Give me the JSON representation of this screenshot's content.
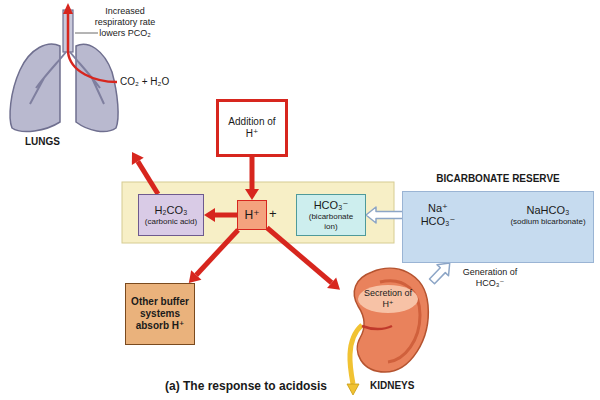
{
  "diagram": {
    "caption": "(a) The response to acidosis",
    "nodes": [
      {
        "text": [
          "Increased respiratory rate lowers PCO₂",
          "CO₂ + H₂O",
          "LUNGS"
        ]
      },
      {
        "text": [
          "Addition of H⁺"
        ]
      },
      {
        "text": [
          "H₂CO₃",
          "(carbonic acid)"
        ]
      },
      {
        "text": [
          "H⁺"
        ]
      },
      {
        "text": [
          "HCO₃⁻",
          "(bicarbonate ion)"
        ]
      },
      {
        "text": [
          "BICARBONATE RESERVE"
        ]
      },
      {
        "text": [
          "Na⁺ HCO₃⁻"
        ],
        "in": 5
      },
      {
        "text": [
          "NaHCO₃",
          "(sodium bicarbonate)"
        ],
        "in": 5
      },
      {
        "text": [
          "Other buffer systems absorb H⁺"
        ]
      },
      {
        "text": [
          "Secretion of H⁺",
          "KIDNEYS"
        ]
      }
    ],
    "edges": [
      {
        "from": 1,
        "to": 3,
        "arrow": "to"
      },
      {
        "from": 3,
        "to": 2,
        "arrow": "to"
      },
      {
        "from": 2,
        "to": 0,
        "arrow": "to"
      },
      {
        "from": 3,
        "to": 8,
        "arrow": "to"
      },
      {
        "from": 3,
        "to": 9,
        "arrow": "to"
      },
      {
        "from": 7,
        "to": 6,
        "arrow": "to"
      },
      {
        "from": 6,
        "to": 4,
        "arrow": "to"
      },
      {
        "from": 9,
        "to": 5,
        "arrow": "to",
        "label": "Generation of HCO₃⁻"
      }
    ],
    "labels": [
      "+"
    ]
  }
}
